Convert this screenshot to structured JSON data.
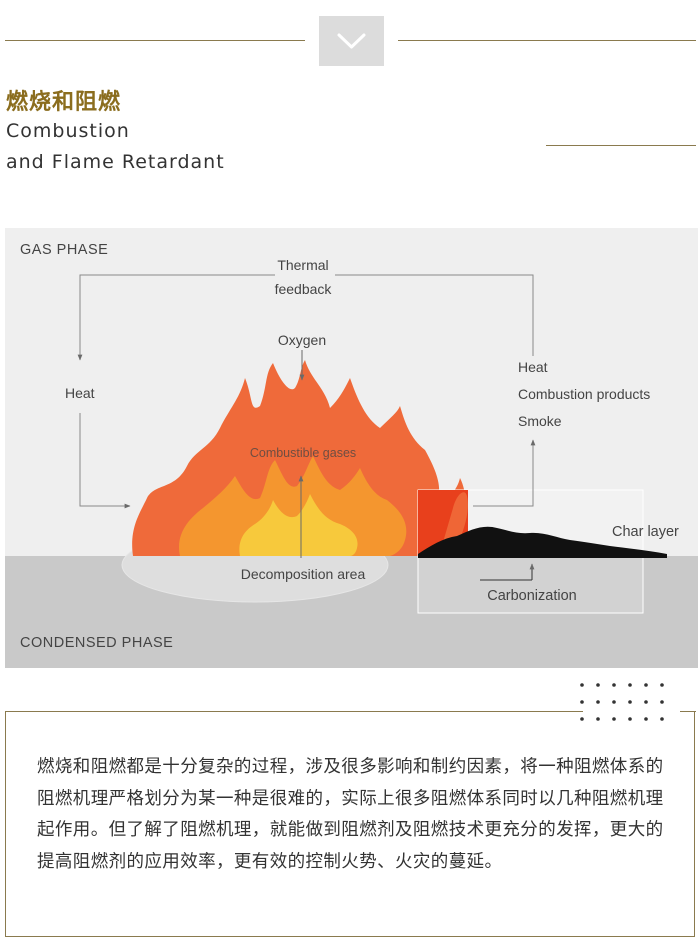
{
  "header": {
    "chevron_icon": "chevron-down-icon",
    "title_cn": "燃烧和阻燃",
    "title_en_line1": "Combustion",
    "title_en_line2": "and Flame Retardant"
  },
  "diagram": {
    "gas_phase": "GAS PHASE",
    "condensed_phase": "CONDENSED PHASE",
    "thermal_line1": "Thermal",
    "thermal_line2": "feedback",
    "oxygen": "Oxygen",
    "heat_left": "Heat",
    "heat_right": "Heat",
    "combustion_products": "Combustion products",
    "smoke": "Smoke",
    "combustible_gases": "Combustible gases",
    "decomposition_area": "Decomposition area",
    "char_layer": "Char layer",
    "carbonization": "Carbonization",
    "colors": {
      "gas_bg": "#efefef",
      "condensed_bg": "#c9c9c9",
      "flame_outer": "#ef6a3a",
      "flame_mid": "#f4962f",
      "flame_inner": "#f7c93c",
      "char_fire": "#e8401c",
      "char": "#111111"
    }
  },
  "body": {
    "paragraph": "燃烧和阻燃都是十分复杂的过程，涉及很多影响和制约因素，将一种阻燃体系的阻燃机理严格划分为某一种是很难的，实际上很多阻燃体系同时以几种阻燃机理起作用。但了解了阻燃机理，就能做到阻燃剂及阻燃技术更充分的发挥，更大的提高阻燃剂的应用效率，更有效的控制火势、火灾的蔓延。"
  }
}
